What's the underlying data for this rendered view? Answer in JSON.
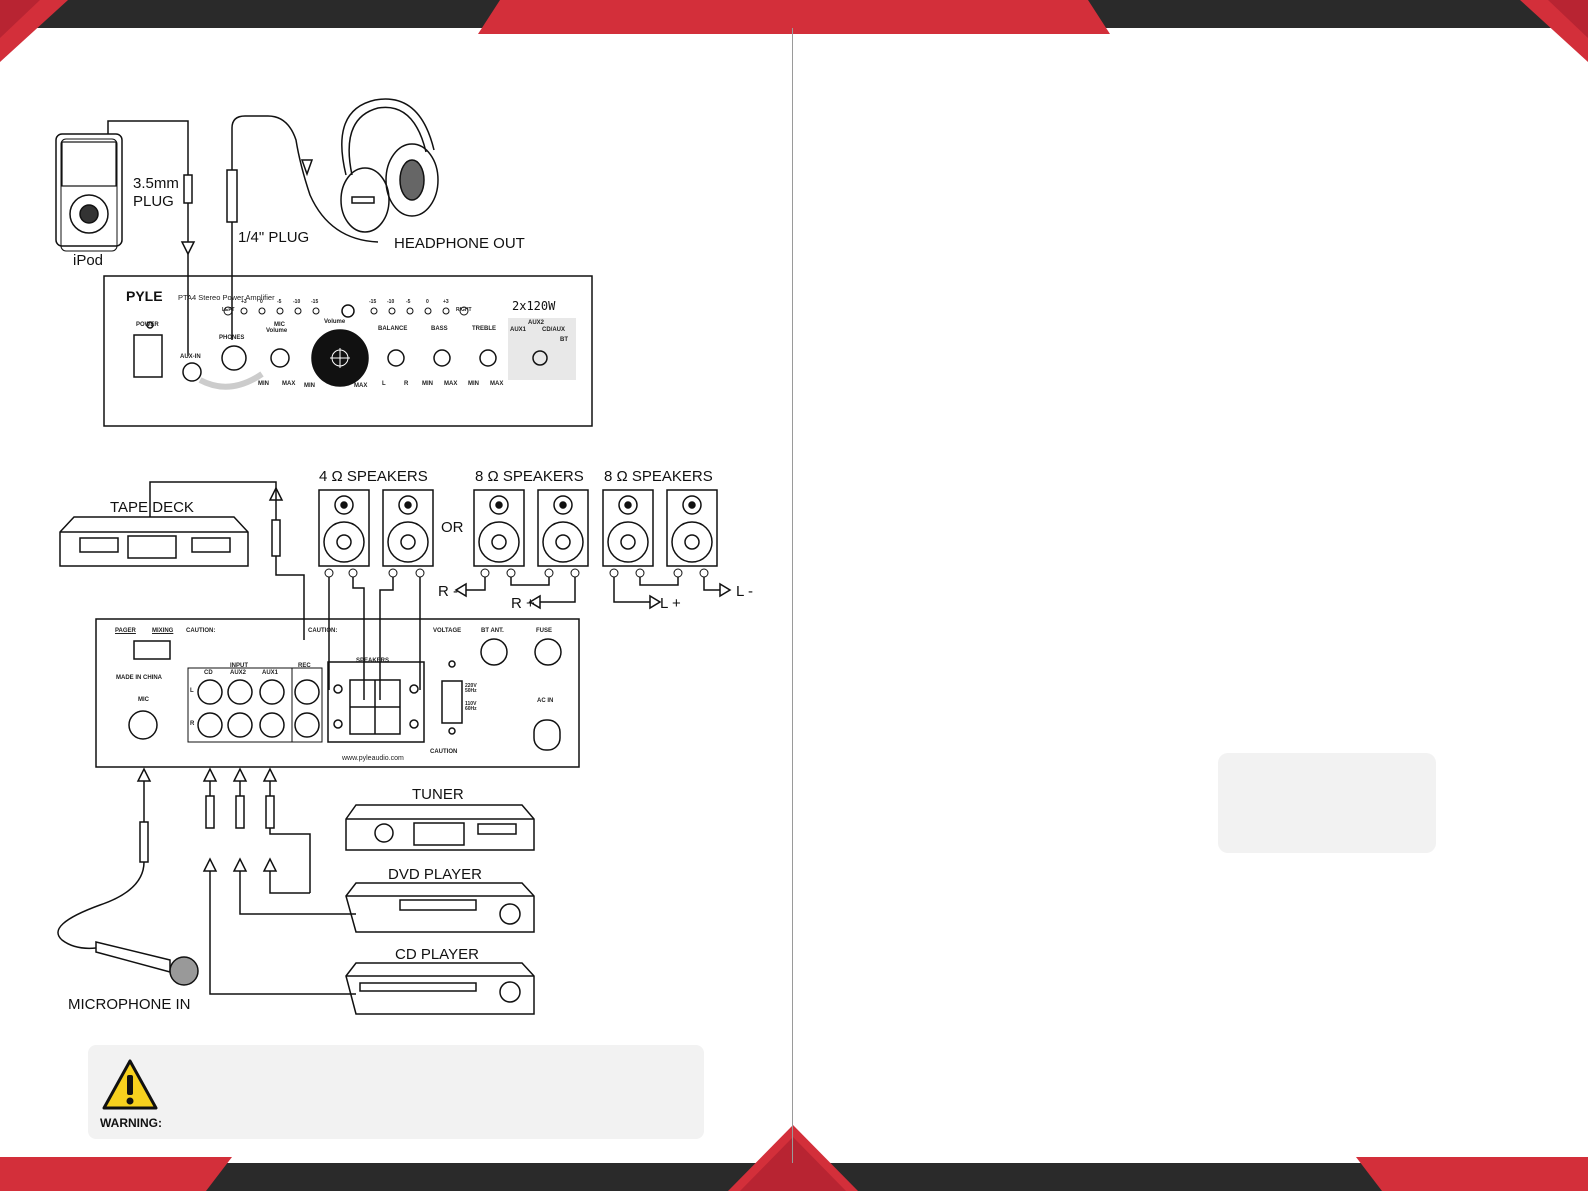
{
  "page": {
    "accent_color": "#d32f3a",
    "dark_color": "#2a2a2a"
  },
  "top_diagram": {
    "ipod_label": "iPod",
    "plug_35_line1": "3.5mm",
    "plug_35_line2": "PLUG",
    "plug_quarter": "1/4\" PLUG",
    "headphone_out": "HEADPHONE OUT",
    "front_panel": {
      "brand": "PYLE",
      "model": "PTA4  Stereo Power Amplifier",
      "power_rating": "2x120W",
      "power": "POWER",
      "aux_in": "AUX-IN",
      "phones": "PHONES",
      "mic_volume_1": "MIC",
      "mic_volume_2": "Volume",
      "volume": "Volume",
      "balance": "BALANCE",
      "bass": "BASS",
      "treble": "TREBLE",
      "aux1": "AUX1",
      "aux2": "AUX2",
      "cd_aux": "CD/AUX",
      "bt": "BT",
      "left": "LEFT",
      "right": "RIGHT",
      "min": "MIN",
      "max": "MAX",
      "l": "L",
      "r": "R",
      "meter_left": [
        "+3",
        "0",
        "-5",
        "-10",
        "-15"
      ],
      "meter_right": [
        "-15",
        "-10",
        "-5",
        "0",
        "+3"
      ]
    }
  },
  "bottom_diagram": {
    "tape_deck": "TAPE DECK",
    "speakers_4": "4 Ω  SPEAKERS",
    "speakers_8a": "8 Ω  SPEAKERS",
    "speakers_8b": "8 Ω  SPEAKERS",
    "or": "OR",
    "r_minus": "R -",
    "r_plus": "R +",
    "l_plus": "L +",
    "l_minus": "L -",
    "tuner": "TUNER",
    "dvd_player": "DVD PLAYER",
    "cd_player": "CD PLAYER",
    "microphone_in": "MICROPHONE IN",
    "rear_panel": {
      "pager": "PAGER",
      "mixing": "MIXING",
      "caution1": "CAUTION:",
      "caution2": "CAUTION:",
      "voltage": "VOLTAGE",
      "bt_ant": "BT ANT.",
      "fuse": "FUSE",
      "made_in_china": "MADE IN CHINA",
      "cd": "CD",
      "aux2": "AUX2",
      "aux1": "AUX1",
      "rec": "REC",
      "speakers": "SPEAKERS",
      "mic": "MIC",
      "input": "INPUT",
      "ac_in": "AC IN",
      "v220": "220V 50Hz",
      "v110": "110V 60Hz",
      "website": "www.pyleaudio.com",
      "caution3": "CAUTION",
      "l": "L",
      "r": "R"
    }
  },
  "warning": {
    "label": "WARNING:"
  }
}
